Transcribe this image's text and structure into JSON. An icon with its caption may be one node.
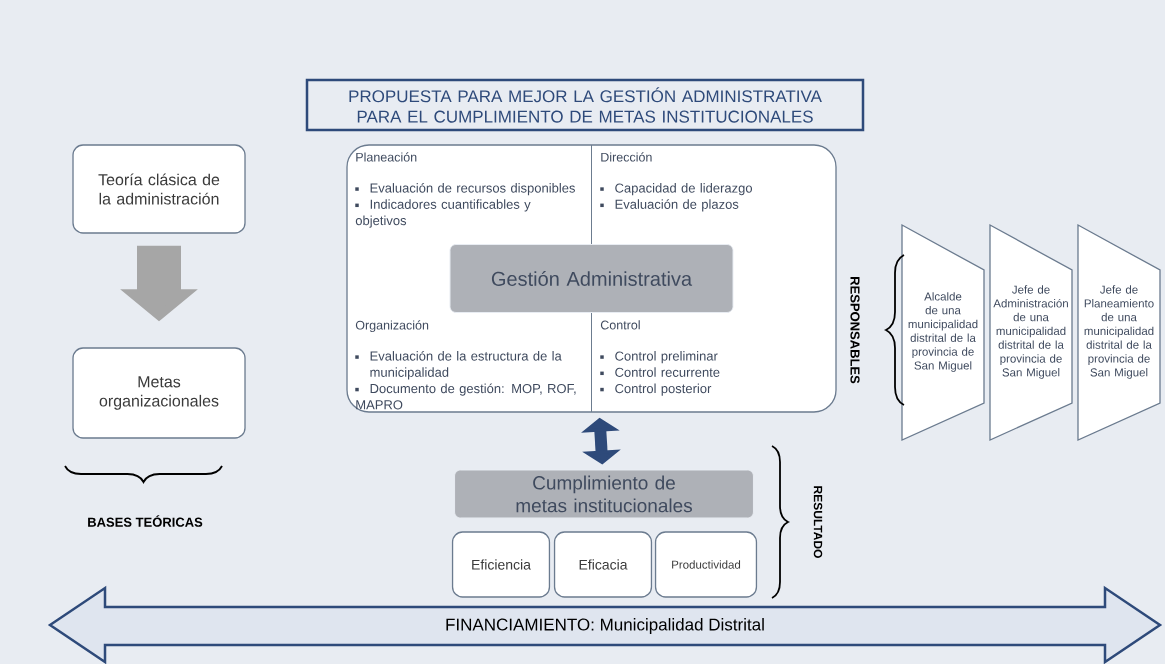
{
  "diagram": {
    "title": "PROPUESTA PARA MEJOR LA GESTIÓN ADMINISTRATIVA PARA EL CUMPLIMIENTO DE METAS INSTITUCIONALES",
    "nodes": [
      {
        "text": [
          "Teoría clásica de la administración"
        ]
      },
      {
        "text": [
          "Metas organizacionales"
        ]
      },
      {
        "text": [
          "Planeación",
          "Evaluación de recursos disponibles",
          "Indicadores cuantificables y objetivos",
          "Dirección",
          "Capacidad de liderazgo",
          "Evaluación de plazos",
          "Organización",
          "Evaluación de la estructura de la municipalidad",
          "Documento de gestión: MOP, ROF, MAPRO",
          "Control",
          "Control preliminar",
          "Control recurrente",
          "Control posterior"
        ]
      },
      {
        "text": [
          "Gestión Administrativa"
        ],
        "in": 2
      },
      {
        "text": [
          "Cumplimiento de metas institucionales"
        ]
      },
      {
        "text": [
          "Eficiencia"
        ]
      },
      {
        "text": [
          "Eficacia"
        ]
      },
      {
        "text": [
          "Productividad"
        ]
      },
      {
        "text": [
          "Alcalde de una municipalidad distrital de la provincia de San Miguel"
        ]
      },
      {
        "text": [
          "Jefe de Administración de una municipalidad distrital de la provincia de San Miguel"
        ]
      },
      {
        "text": [
          "Jefe de Planeamiento de una municipalidad distrital de la provincia de San Miguel"
        ]
      },
      {
        "text": [
          "FINANCIAMIENTO: Municipalidad Distrital"
        ]
      }
    ],
    "edges": [
      {
        "from": 0,
        "to": 1,
        "arrow": "to",
        "style": "thick",
        "color": "#a6a6a6"
      },
      {
        "from": 2,
        "to": 4,
        "arrow": "both",
        "color": "#2e4a7a"
      }
    ],
    "labels": [
      "BASES TEÓRICAS",
      "RESPONSABLES",
      "RESULTADO"
    ]
  }
}
